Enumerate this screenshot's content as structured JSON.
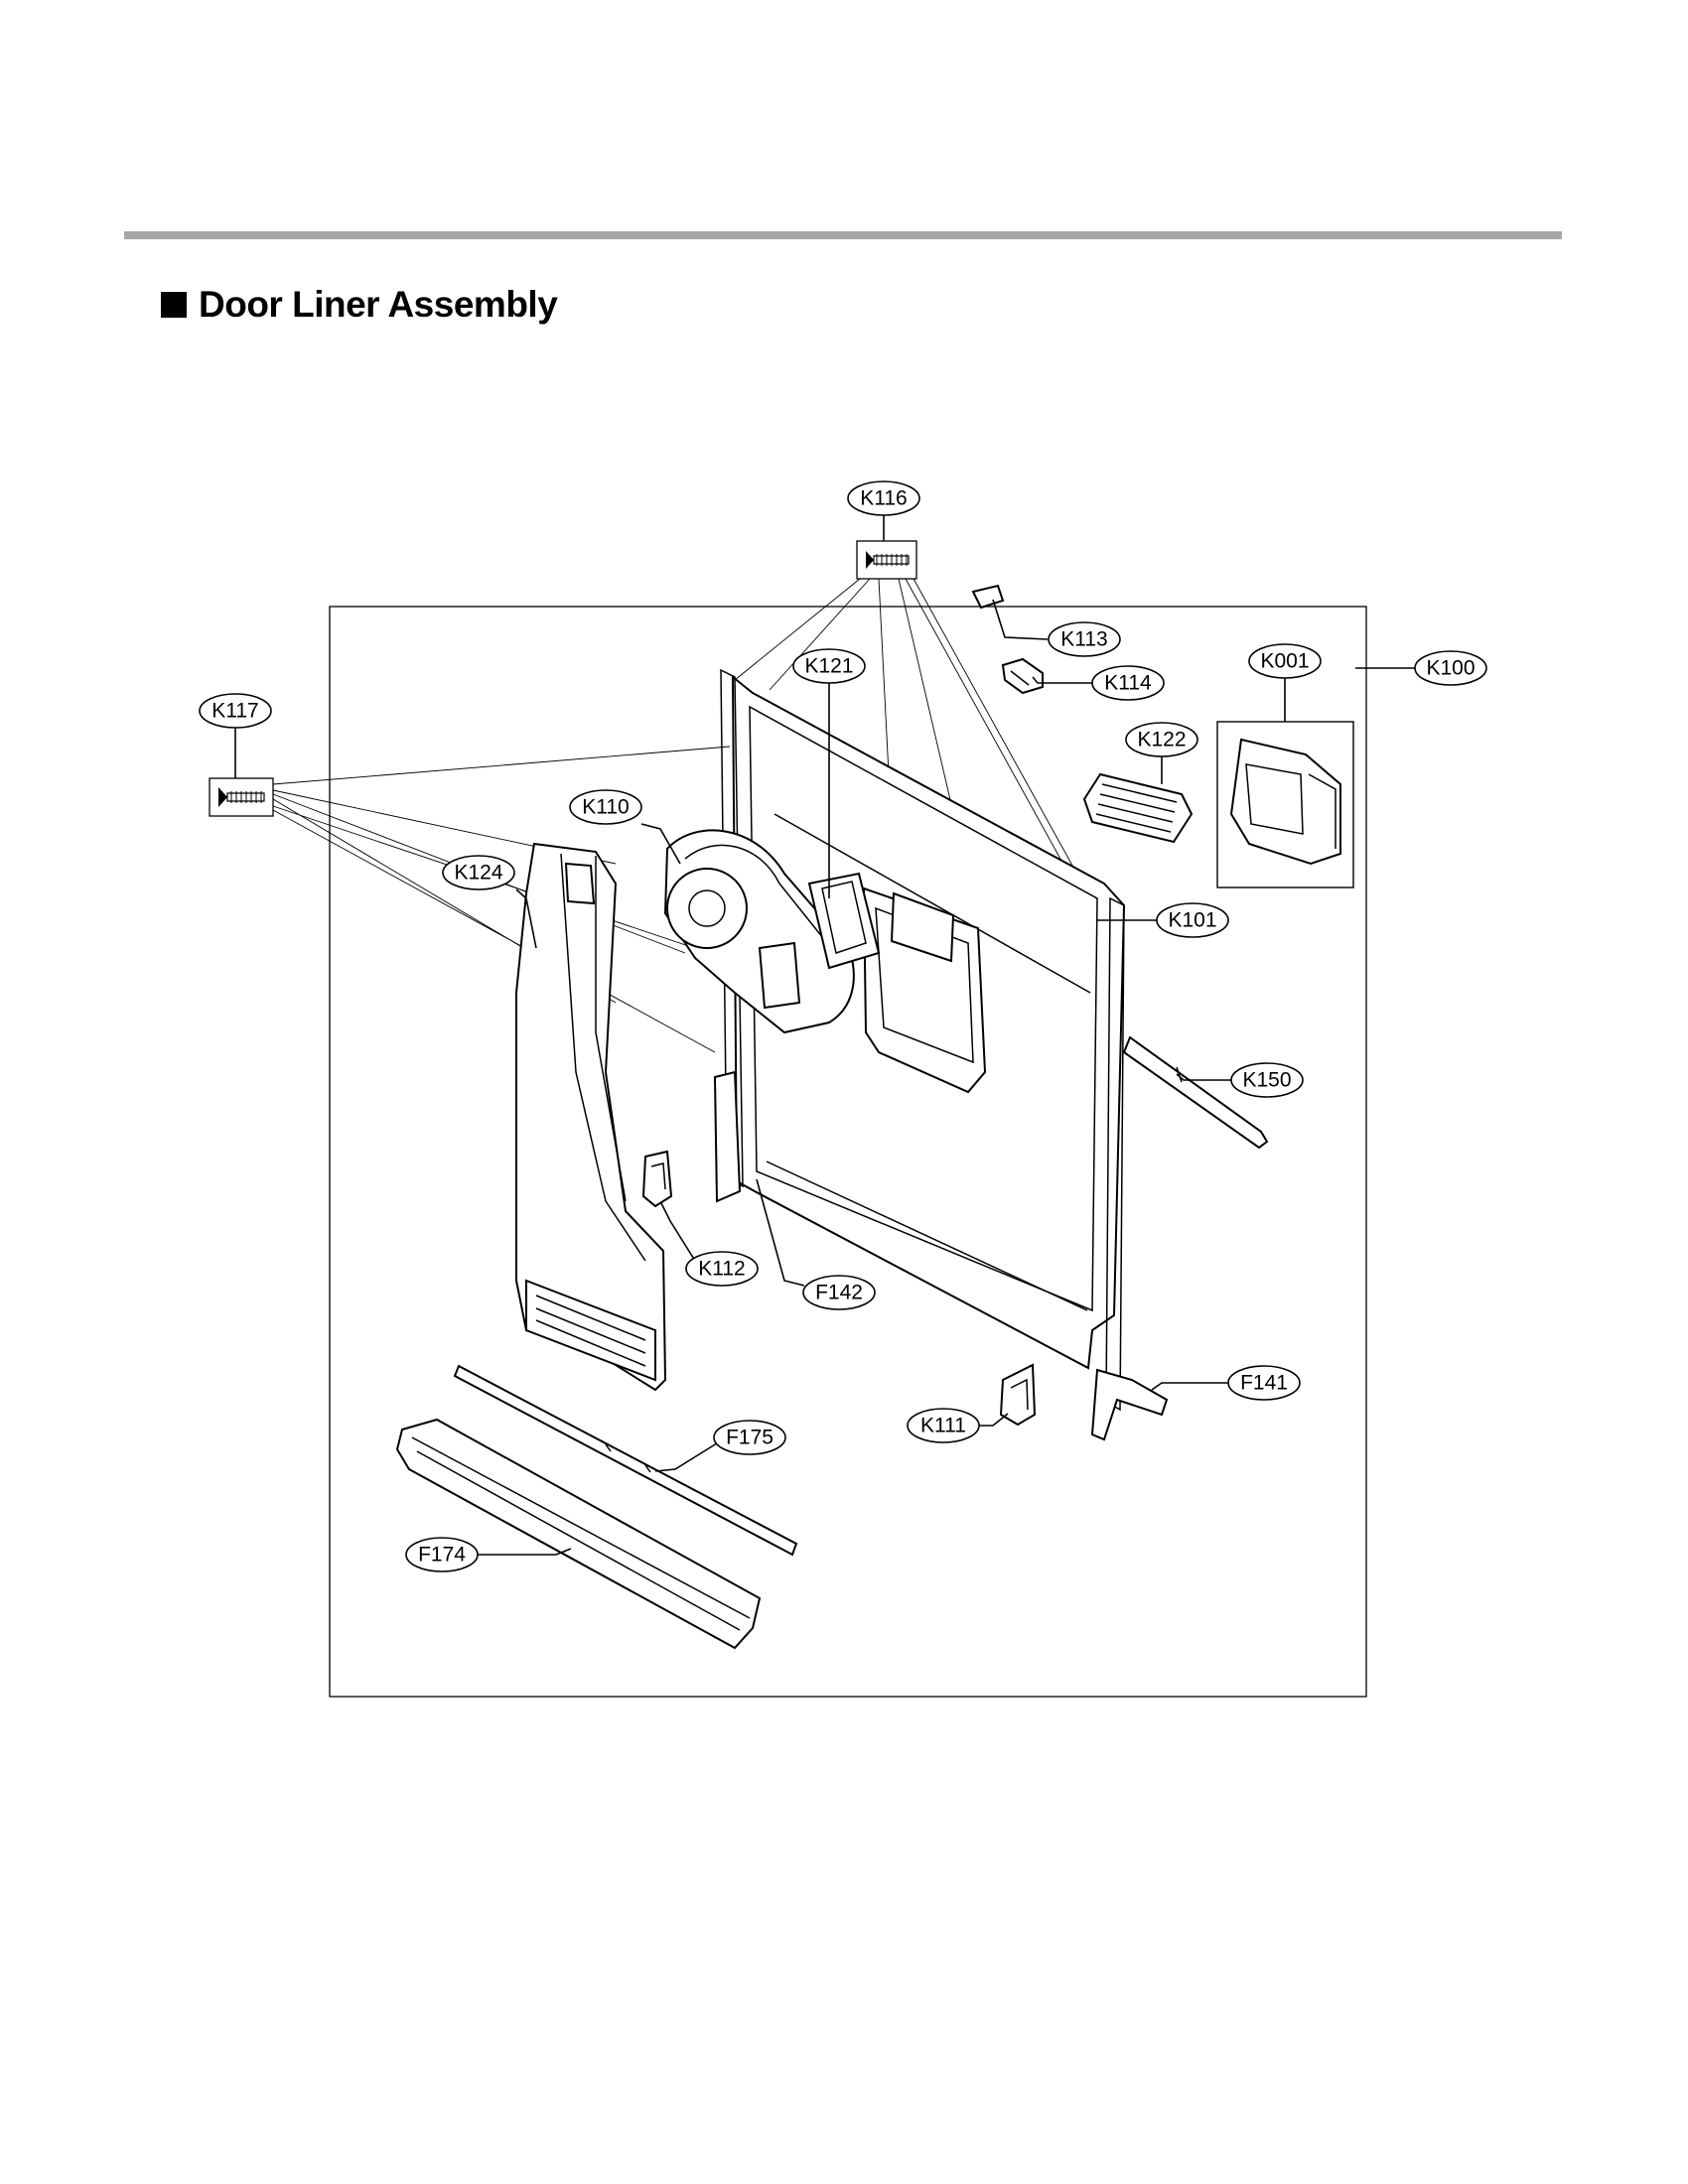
{
  "section": {
    "title": "Door Liner Assembly"
  },
  "parts": [
    {
      "id": "K116",
      "label": "K116"
    },
    {
      "id": "K117",
      "label": "K117"
    },
    {
      "id": "K113",
      "label": "K113"
    },
    {
      "id": "K121",
      "label": "K121"
    },
    {
      "id": "K114",
      "label": "K114"
    },
    {
      "id": "K001",
      "label": "K001"
    },
    {
      "id": "K100",
      "label": "K100"
    },
    {
      "id": "K122",
      "label": "K122"
    },
    {
      "id": "K110",
      "label": "K110"
    },
    {
      "id": "K124",
      "label": "K124"
    },
    {
      "id": "K101",
      "label": "K101"
    },
    {
      "id": "K150",
      "label": "K150"
    },
    {
      "id": "K112",
      "label": "K112"
    },
    {
      "id": "F142",
      "label": "F142"
    },
    {
      "id": "F141",
      "label": "F141"
    },
    {
      "id": "K111",
      "label": "K111"
    },
    {
      "id": "F175",
      "label": "F175"
    },
    {
      "id": "F174",
      "label": "F174"
    }
  ],
  "icons": {
    "bullet": "black-square-icon"
  }
}
